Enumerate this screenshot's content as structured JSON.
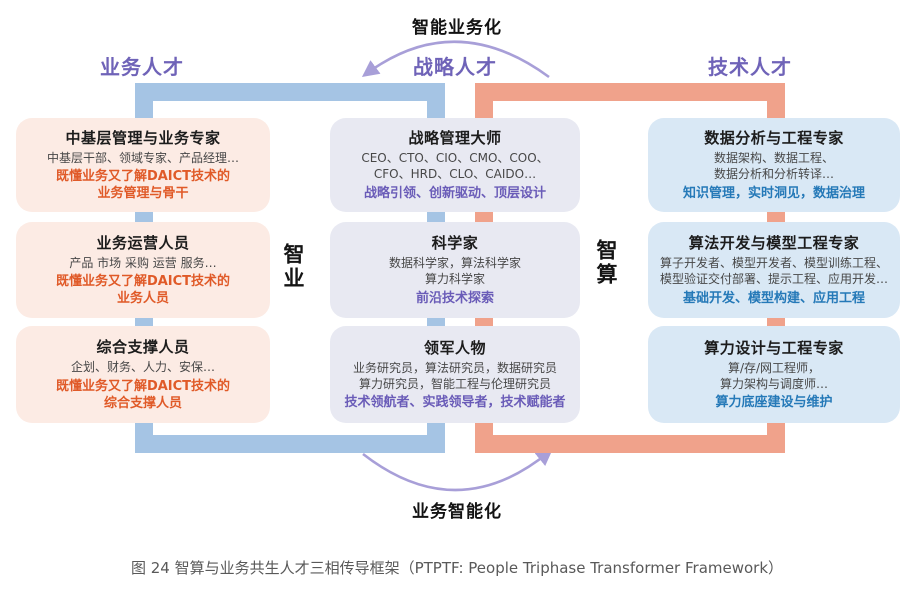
{
  "figure": {
    "top_cycle_label": "智能业务化",
    "bottom_cycle_label": "业务智能化",
    "caption": "图 24  智算与业务共生人才三相传导框架（PTPTF: People Triphase Transformer Framework）"
  },
  "headers": [
    {
      "label": "业务人才"
    },
    {
      "label": "战略人才"
    },
    {
      "label": "技术人才"
    }
  ],
  "side_labels": {
    "left": "智业",
    "right": "智算"
  },
  "columns": [
    {
      "name": "业务人才",
      "cards": [
        {
          "title": "中基层管理与业务专家",
          "subtitle": "中基层干部、领域专家、产品经理…",
          "highlight": "既懂业务又了解DAICT技术的\n业务管理与骨干"
        },
        {
          "title": "业务运营人员",
          "subtitle": "产品 市场 采购 运营 服务…",
          "highlight": "既懂业务又了解DAICT技术的\n业务人员"
        },
        {
          "title": "综合支撑人员",
          "subtitle": "企划、财务、人力、安保…",
          "highlight": "既懂业务又了解DAICT技术的\n综合支撑人员"
        }
      ]
    },
    {
      "name": "战略人才",
      "cards": [
        {
          "title": "战略管理大师",
          "subtitle": "CEO、CTO、CIO、CMO、COO、\nCFO、HRD、CLO、CAIDO…",
          "highlight": "战略引领、创新驱动、顶层设计"
        },
        {
          "title": "科学家",
          "subtitle": "数据科学家，算法科学家\n算力科学家",
          "highlight": "前沿技术探索"
        },
        {
          "title": "领军人物",
          "subtitle": "业务研究员，算法研究员，数据研究员\n算力研究员，智能工程与伦理研究员",
          "highlight": "技术领航者、实践领导者，技术赋能者"
        }
      ]
    },
    {
      "name": "技术人才",
      "cards": [
        {
          "title": "数据分析与工程专家",
          "subtitle": "数据架构、数据工程、\n数据分析和分析转译…",
          "highlight": "知识管理，实时洞见，数据治理"
        },
        {
          "title": "算法开发与模型工程专家",
          "subtitle": "算子开发者、模型开发者、模型训练工程、\n模型验证交付部署、提示工程、应用开发…",
          "highlight": "基础开发、模型构建、应用工程"
        },
        {
          "title": "算力设计与工程专家",
          "subtitle": "算/存/网工程师，\n算力架构与调度师…",
          "highlight": "算力底座建设与维护"
        }
      ]
    }
  ],
  "colors": {
    "header-purple": "#6f63b8",
    "arrow-purple": "#a89fd8",
    "frame-blue": "#a5c4e4",
    "frame-orange": "#f0a28b",
    "card-bg-left": "#fcebe4",
    "card-bg-center": "#e8e9f2",
    "card-bg-right": "#d9e8f5",
    "highlight-orange": "#e05a28",
    "highlight-purple": "#6a5cb8",
    "highlight-blue": "#2579b8",
    "title-black": "#1c1c1c",
    "subtitle-gray": "#474747",
    "caption-gray": "#595959"
  }
}
